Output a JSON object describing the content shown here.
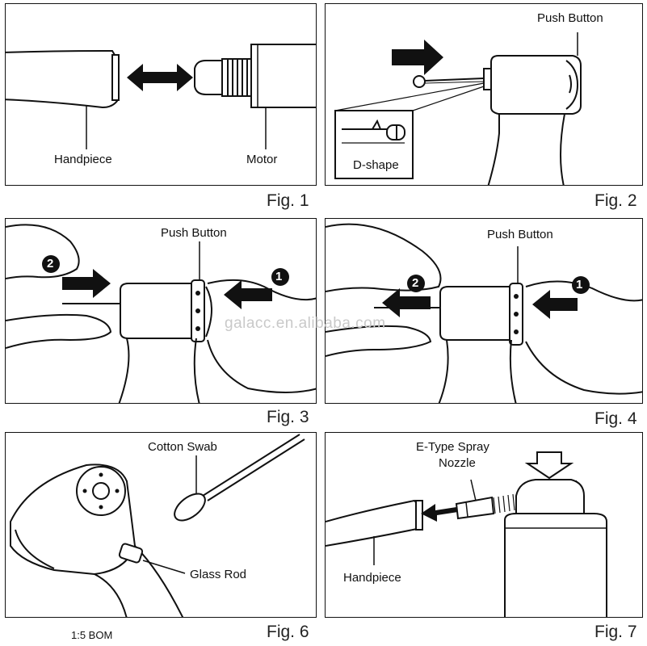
{
  "figures": {
    "fig1": {
      "caption": "Fig. 1",
      "labels": {
        "handpiece": "Handpiece",
        "motor": "Motor"
      }
    },
    "fig2": {
      "caption": "Fig. 2",
      "labels": {
        "push_button": "Push Button",
        "d_shape": "D-shape"
      }
    },
    "fig3": {
      "caption": "Fig. 3",
      "labels": {
        "push_button": "Push Button",
        "step1": "1",
        "step2": "2"
      }
    },
    "fig4": {
      "caption": "Fig. 4",
      "labels": {
        "push_button": "Push Button",
        "step1": "1",
        "step2": "2"
      }
    },
    "fig6": {
      "caption": "Fig. 6",
      "labels": {
        "cotton_swab": "Cotton Swab",
        "glass_rod": "Glass Rod"
      }
    },
    "fig7": {
      "caption": "Fig. 7",
      "labels": {
        "nozzle_line1": "E-Type Spray",
        "nozzle_line2": "Nozzle",
        "handpiece": "Handpiece"
      }
    }
  },
  "watermark": "galacc.en.alibaba.com",
  "footer_note": "1:5 BOM"
}
